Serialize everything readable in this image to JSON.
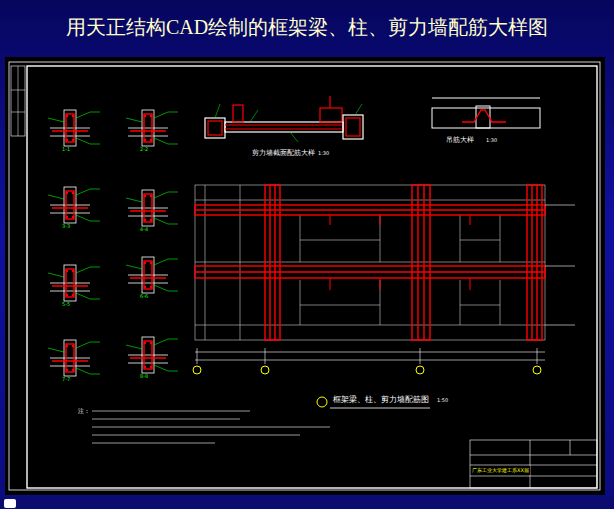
{
  "diagram": {
    "title": "用天正结构CAD绘制的框架梁、柱、剪力墙配筋大样图",
    "nodes": [
      {
        "text": [
          "广东工业大学建工系XX届"
        ]
      }
    ],
    "labels": [
      "剪力墙截面配筋大样",
      "1:30",
      "吊筋大样",
      "1:30",
      "框架梁、柱、剪力墙配筋图",
      "1:50",
      "1-1",
      "2-2",
      "3-3",
      "4-4",
      "5-5",
      "6-6",
      "7-7",
      "8-8",
      "注："
    ]
  }
}
